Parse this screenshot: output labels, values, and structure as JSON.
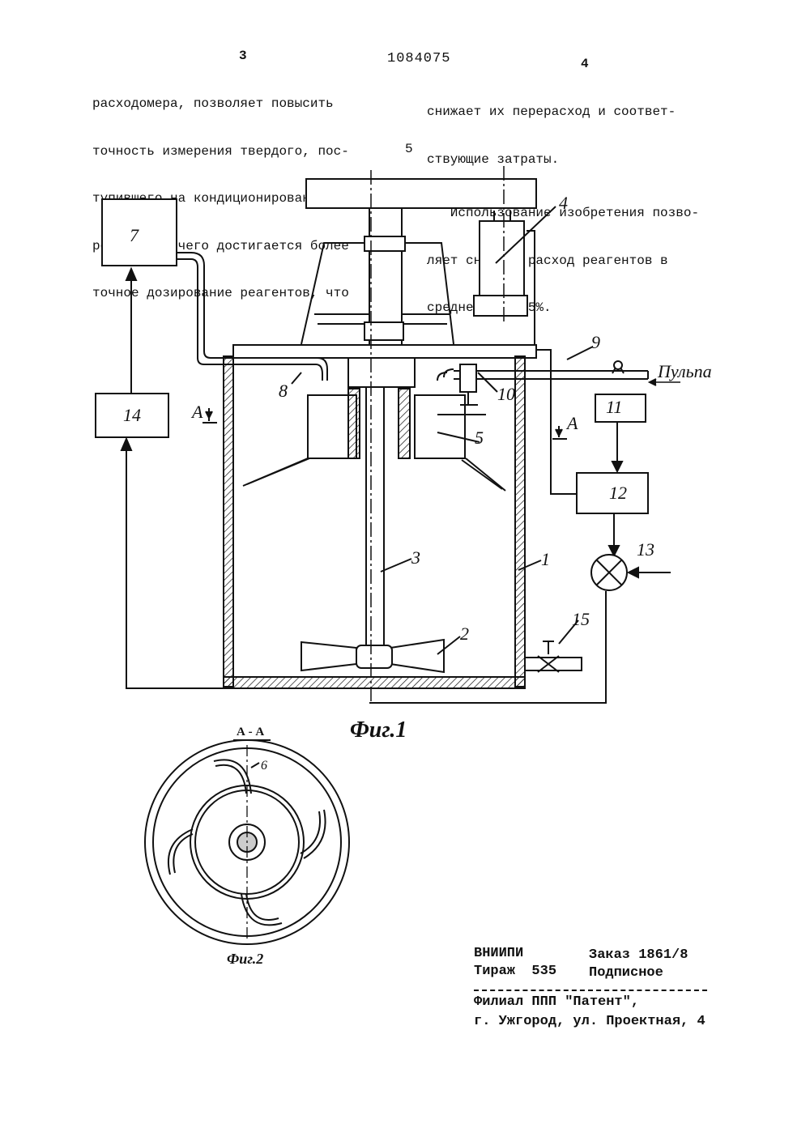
{
  "header": {
    "page_left": "3",
    "patent_number": "1084075",
    "page_right": "4",
    "line_marker": "5"
  },
  "col_left": [
    "расходомера, позволяет повысить",
    "точность измерения твердого, пос-",
    "тупившего на кондиционирование в",
    "результате чего достигается более",
    "точное дозирование реагентов, что"
  ],
  "col_right": [
    "снижает их перерасход и соответ-",
    "ствующие затраты.",
    "   Использование изобретения позво-",
    "ляет снизить расход реагентов в",
    "среднем на 3,5%."
  ],
  "fig1": {
    "caption": "Фиг.1",
    "pulp_label": "Пульпа",
    "section_label": "А",
    "labels": {
      "tank": "1",
      "impeller": "2",
      "shaft": "3",
      "motor": "4",
      "stator": "5",
      "reagent_unit": "7",
      "pipe_left": "8",
      "feed_pipe": "9",
      "sensor": "10",
      "block_11": "11",
      "block_12": "12",
      "valve_13": "13",
      "block_14": "14",
      "drain_valve": "15"
    }
  },
  "fig2": {
    "caption": "Фиг.2",
    "section_title": "А - А",
    "blade_label": "6"
  },
  "footer": {
    "org": "ВНИИПИ",
    "order": "Заказ 1861/8",
    "run": "Тираж  535",
    "subscription": "Подписное",
    "branch": "Филиал ППП \"Патент\",",
    "address": "г. Ужгород, ул. Проектная, 4"
  }
}
